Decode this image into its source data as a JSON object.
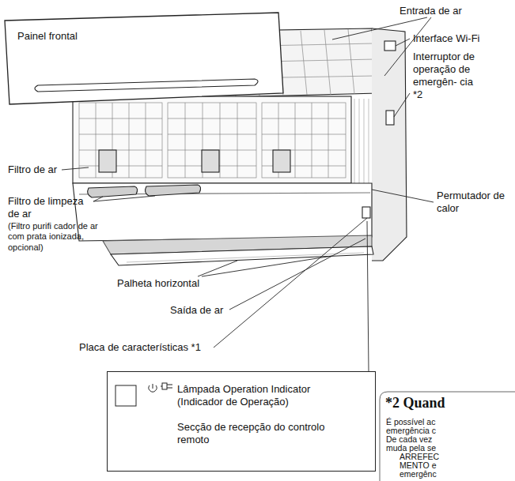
{
  "diagram": {
    "nodes": [
      {
        "text": [
          "Lâmpada Operation Indicator (Indicador de Operação)",
          "Secção de recepção do controlo remoto"
        ]
      }
    ],
    "labels": [
      "Painel frontal",
      "Entrada de ar",
      "Interface Wi-Fi",
      "Interruptor de operação de emergên- cia *2",
      "Filtro de ar",
      "Filtro de limpeza de ar",
      "(Filtro purifi cador de ar com prata ionizada, opcional)",
      "Permutador de calor",
      "Palheta horizontal",
      "Saída de ar",
      "Placa de características *1",
      "*2 Quand",
      "É possível ac",
      "emergência c",
      "De cada vez",
      "muda pela se",
      "ARREFEC",
      "MENTO e",
      "emergênc"
    ]
  }
}
